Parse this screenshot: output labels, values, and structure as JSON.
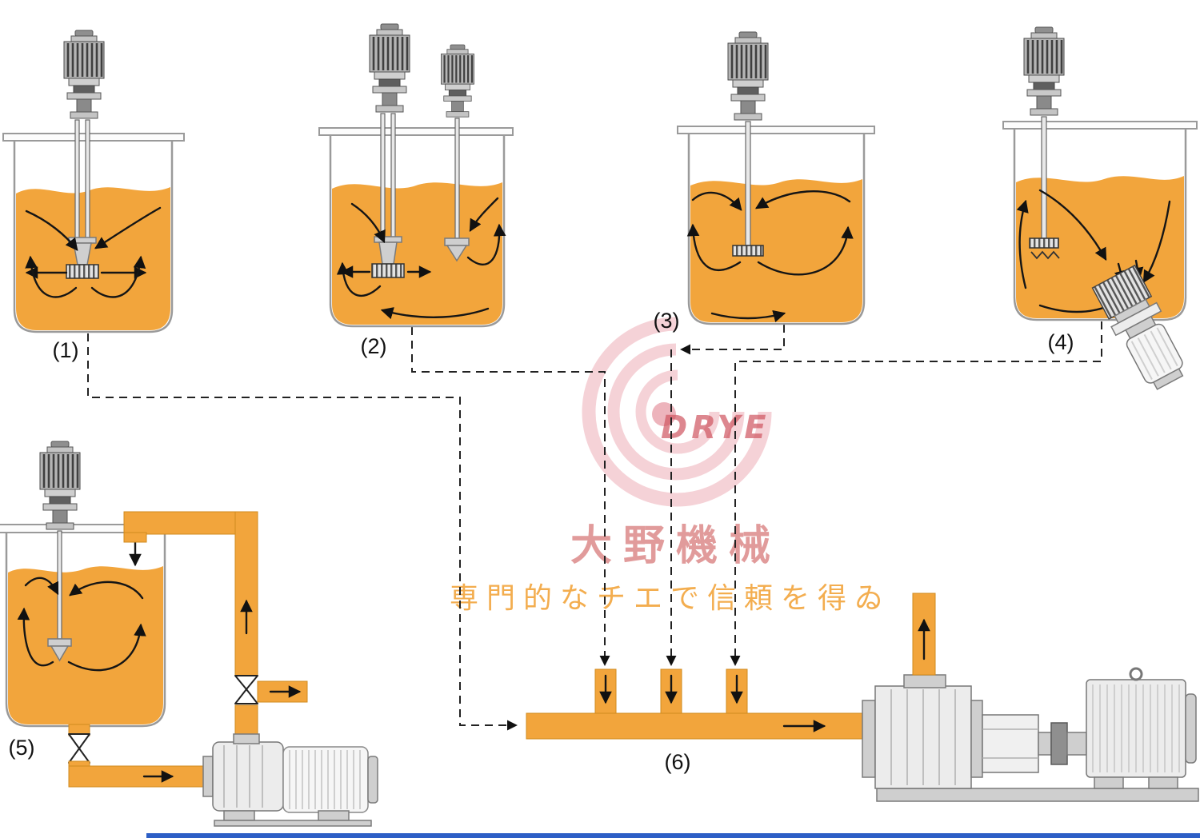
{
  "labels": {
    "tank1": "(1)",
    "tank2": "(2)",
    "tank3": "(3)",
    "tank4": "(4)",
    "tank5": "(5)",
    "manifold": "(6)"
  },
  "watermark": {
    "logo_text": "DRYE",
    "company_name": "大野機械",
    "slogan": "専門的なチエで信頼を得ゐ"
  },
  "colors": {
    "liquid": "#F2A53C",
    "pipe": "#F2A53C",
    "pipe_edge": "#D08A1E",
    "tank_stroke": "#9a9a9a",
    "watermark_pink": "#EDA6B0",
    "watermark_red": "#D05560",
    "watermark_company_red": "#C94B4B",
    "watermark_orange": "#F2A53C",
    "footer_blue": "#2D5FC6"
  }
}
